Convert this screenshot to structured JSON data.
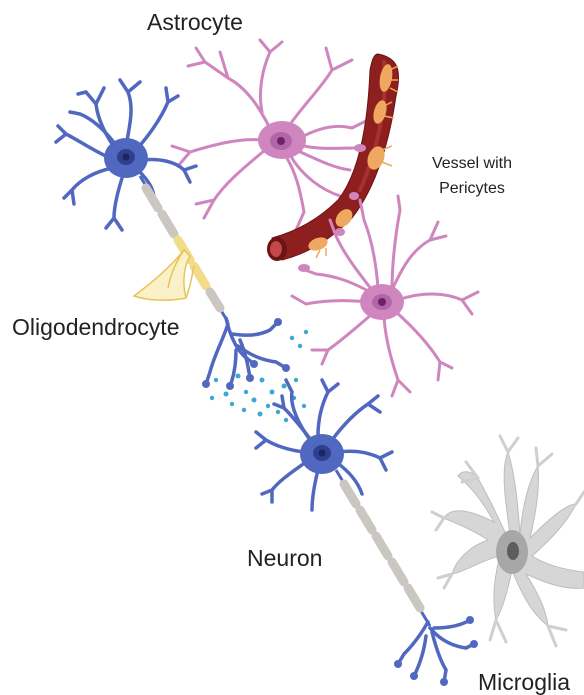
{
  "labels": {
    "astrocyte": "Astrocyte",
    "vessel_line1": "Vessel with",
    "vessel_line2": "Pericytes",
    "oligodendrocyte": "Oligodendrocyte",
    "neuron": "Neuron",
    "microglia": "Microglia"
  },
  "colors": {
    "neuron": "#5068c0",
    "neuron_dark": "#2e3f8f",
    "myelin": "#c9c7c0",
    "myelin_oligo": "#f2dc8a",
    "astrocyte": "#cf86bf",
    "astrocyte_nucleus": "#8c3f86",
    "vessel": "#8e1f1f",
    "pericyte": "#f0a860",
    "microglia": "#d5d5d5",
    "neurotransmitter": "#3aa7d6"
  }
}
